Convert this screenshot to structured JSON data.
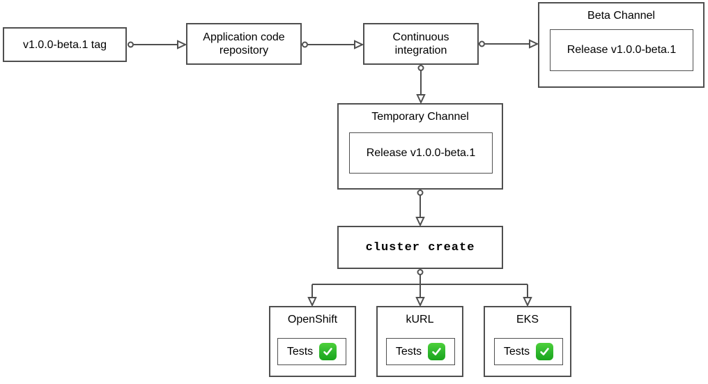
{
  "nodes": {
    "tag": {
      "label": "v1.0.0-beta.1 tag"
    },
    "repo": {
      "label": "Application code\nrepository"
    },
    "ci": {
      "label": "Continuous\nintegration"
    },
    "beta_channel": {
      "title": "Beta Channel",
      "release_label": "Release v1.0.0-beta.1"
    },
    "temporary_channel": {
      "title": "Temporary Channel",
      "release_label": "Release v1.0.0-beta.1"
    },
    "cluster_create": {
      "label": "cluster create"
    },
    "clusters": [
      {
        "title": "OpenShift",
        "tests_label": "Tests",
        "status_icon": "check-mark-green"
      },
      {
        "title": "kURL",
        "tests_label": "Tests",
        "status_icon": "check-mark-green"
      },
      {
        "title": "EKS",
        "tests_label": "Tests",
        "status_icon": "check-mark-green"
      }
    ]
  },
  "colors": {
    "border": "#4f4f4f",
    "text": "#000000",
    "check_green": "#2db52d",
    "background": "#ffffff"
  }
}
